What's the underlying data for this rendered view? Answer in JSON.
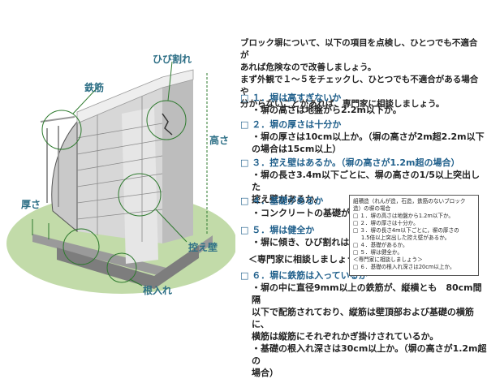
{
  "labels": {
    "rebar": "鉄筋",
    "crack": "ひび割れ",
    "height": "高さ",
    "thickness": "厚さ",
    "buttress": "控え壁",
    "footing": "根入れ"
  },
  "intro": [
    "ブロック塀について、以下の項目を点検し、ひとつでも不適合が",
    "あれば危険なので改善しましょう。",
    "まず外観で１～５をチェックし、ひとつでも不適合がある場合や",
    "分からないことがあれば、専門家に相談しましょう。"
  ],
  "items": [
    {
      "head": "□ １．塀は高すぎないか",
      "body": [
        "・塀の高さは地盤から2.2m以下か。"
      ]
    },
    {
      "head": "□ ２．塀の厚さは十分か",
      "body": [
        "・塀の厚さは10cm以上か。（塀の高さが2m超2.2m以下",
        "の場合は15cm以上）"
      ]
    },
    {
      "head": "□ ３．控え壁はあるか。（塀の高さが1.2m超の場合）",
      "body": [
        "・塀の長さ3.4m以下ごとに、塀の高さの1/5以上突出した",
        "控え壁があるか。"
      ]
    },
    {
      "head": "□ ４．基礎があるか",
      "body": [
        "・コンクリートの基礎があるか。"
      ]
    },
    {
      "head": "□ ５．塀は健全か",
      "body": [
        "・塀に傾き、ひび割れはないか。"
      ]
    }
  ],
  "consult": "＜専門家に相談しましょう＞",
  "item6": {
    "head": "□ ６．塀に鉄筋は入っているか",
    "body": [
      "・塀の中に直径9mm以上の鉄筋が、縦横とも　80cm間隔",
      "以下で配筋されており、縦筋は壁頂部および基礎の横筋に、",
      "横筋は縦筋にそれぞれかぎ掛けされているか。",
      "・基礎の根入れ深さは30cm以上か。（塀の高さが1.2m超の",
      "場合）"
    ]
  },
  "box": [
    "組積造（れんが造，石造，鉄筋のないブロック",
    "造）の塀の場合",
    "□ １．塀の高さは地盤から1.2m以下か。",
    "□ ２．塀の厚さは十分か。",
    "□ ３．塀の長さ4m以下ごとに，塀の厚さの",
    "1.5倍以上突出した控え壁があるか。",
    "□ ４．基礎があるか。",
    "□ ５．塀は健全か。",
    "",
    "＜専門家に相談しましょう＞",
    "□ ６．基礎の根入れ深さは20cm以上か。"
  ],
  "colors": {
    "heading": "#1f5f8b",
    "callout": "#2d6f86",
    "lawn": "#bcd8a4",
    "accent_line": "#2e7a2e"
  }
}
